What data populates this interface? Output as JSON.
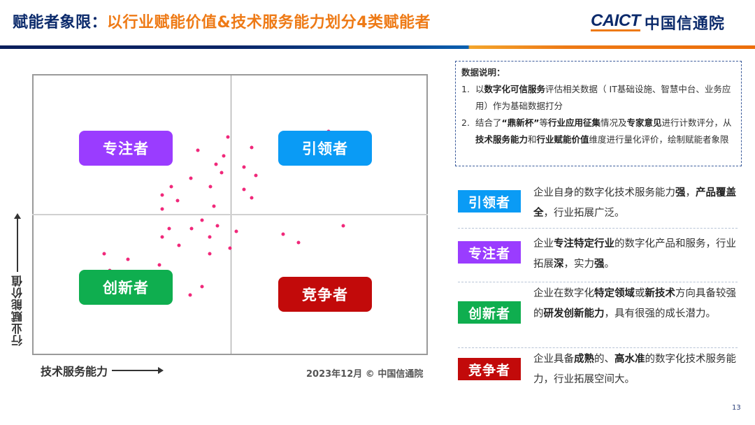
{
  "header": {
    "title_prefix": "赋能者象限：",
    "title_main": "以行业赋能价值&技术服务能力划分4类赋能者",
    "logo_en": "CAICT",
    "logo_cn": "中国信通院",
    "colors": {
      "navy": "#0b2a6b",
      "orange": "#ee7a16"
    }
  },
  "chart": {
    "y_axis_label": "行业赋能价值",
    "x_axis_label": "技术服务能力",
    "credit": "2023年12月 © 中国信通院",
    "quadrants": [
      {
        "id": "focus",
        "label": "专注者",
        "color": "#9a3cff"
      },
      {
        "id": "leader",
        "label": "引领者",
        "color": "#0a9bf5"
      },
      {
        "id": "innovator",
        "label": "创新者",
        "color": "#0fae4f"
      },
      {
        "id": "competitor",
        "label": "竞争者",
        "color": "#c20a0a"
      }
    ],
    "dot_color": "#f0287a"
  },
  "chart_data": {
    "type": "scatter",
    "title": "赋能者象限",
    "xlabel": "技术服务能力",
    "ylabel": "行业赋能价值",
    "grid": false,
    "quadrant_labels": {
      "top_left": "专注者",
      "top_right": "引领者",
      "bottom_left": "创新者",
      "bottom_right": "竞争者"
    },
    "note": "Axes are unlabeled; points given in normalized coordinates (x: 0-100 left→right, y: 0-100 bottom→top), quadrant split at x≈50, y≈50.",
    "points": [
      [
        49.5,
        78
      ],
      [
        41.9,
        73
      ],
      [
        48.4,
        71
      ],
      [
        46.5,
        68
      ],
      [
        47.9,
        65
      ],
      [
        40,
        63
      ],
      [
        35,
        60
      ],
      [
        45,
        60
      ],
      [
        32.8,
        57
      ],
      [
        36.6,
        55
      ],
      [
        32.8,
        52
      ],
      [
        45.9,
        53
      ],
      [
        55.5,
        74
      ],
      [
        53.6,
        67
      ],
      [
        56.5,
        64
      ],
      [
        53.6,
        59
      ],
      [
        55.5,
        56
      ],
      [
        75.1,
        80
      ],
      [
        42.9,
        48
      ],
      [
        40.2,
        45
      ],
      [
        46.8,
        46
      ],
      [
        32.8,
        42
      ],
      [
        34.5,
        45
      ],
      [
        37,
        39
      ],
      [
        44.9,
        42
      ],
      [
        44.9,
        36
      ],
      [
        18,
        36
      ],
      [
        24,
        34
      ],
      [
        32,
        32
      ],
      [
        50,
        38
      ],
      [
        51.6,
        44
      ],
      [
        42.9,
        24
      ],
      [
        39.9,
        21
      ],
      [
        19.4,
        30
      ],
      [
        63.6,
        43
      ],
      [
        67.5,
        40
      ],
      [
        78.8,
        46
      ]
    ]
  },
  "notes": {
    "title": "数据说明：",
    "items": [
      {
        "num": "1.",
        "segments": [
          {
            "text": "以",
            "bold": false
          },
          {
            "text": "数字化可信服务",
            "bold": true
          },
          {
            "text": "评估相关数据（ IT基础设施、智慧中台、业务应用）作为基础数据打分",
            "bold": false
          }
        ]
      },
      {
        "num": "2.",
        "segments": [
          {
            "text": "结合了",
            "bold": false
          },
          {
            "text": "“鼎新杯”",
            "bold": true
          },
          {
            "text": "等",
            "bold": false
          },
          {
            "text": "行业应用征集",
            "bold": true
          },
          {
            "text": "情况及",
            "bold": false
          },
          {
            "text": "专家意见",
            "bold": true
          },
          {
            "text": "进行计数评分，从",
            "bold": false
          },
          {
            "text": "技术服务能力",
            "bold": true
          },
          {
            "text": "和",
            "bold": false
          },
          {
            "text": "行业赋能价值",
            "bold": true
          },
          {
            "text": "维度进行量化评价，绘制赋能者象限",
            "bold": false
          }
        ]
      }
    ]
  },
  "legend": [
    {
      "tag": "引领者",
      "color": "#0a9bf5",
      "segments": [
        {
          "text": "企业自身的数字化技术服务能力",
          "bold": false
        },
        {
          "text": "强",
          "bold": true
        },
        {
          "text": "，",
          "bold": false
        },
        {
          "text": "产品覆盖全",
          "bold": true
        },
        {
          "text": "，行业拓展广泛。",
          "bold": false
        }
      ]
    },
    {
      "tag": "专注者",
      "color": "#9a3cff",
      "segments": [
        {
          "text": "企业",
          "bold": false
        },
        {
          "text": "专注特定行业",
          "bold": true
        },
        {
          "text": "的数字化产品和服务，行业拓展",
          "bold": false
        },
        {
          "text": "深",
          "bold": true
        },
        {
          "text": "，实力",
          "bold": false
        },
        {
          "text": "强",
          "bold": true
        },
        {
          "text": "。",
          "bold": false
        }
      ]
    },
    {
      "tag": "创新者",
      "color": "#0fae4f",
      "segments": [
        {
          "text": "企业在数字化",
          "bold": false
        },
        {
          "text": "特定领域",
          "bold": true
        },
        {
          "text": "或",
          "bold": false
        },
        {
          "text": "新技术",
          "bold": true
        },
        {
          "text": "方向具备较强的",
          "bold": false
        },
        {
          "text": "研发创新能力",
          "bold": true
        },
        {
          "text": "，具有很强的成长潜力。",
          "bold": false
        }
      ]
    },
    {
      "tag": "竞争者",
      "color": "#c20a0a",
      "segments": [
        {
          "text": "企业具备",
          "bold": false
        },
        {
          "text": "成熟",
          "bold": true
        },
        {
          "text": "的、",
          "bold": false
        },
        {
          "text": "高水准",
          "bold": true
        },
        {
          "text": "的数字化技术服务能力，行业拓展空间大。",
          "bold": false
        }
      ]
    }
  ],
  "footer": {
    "page_number": "13"
  }
}
